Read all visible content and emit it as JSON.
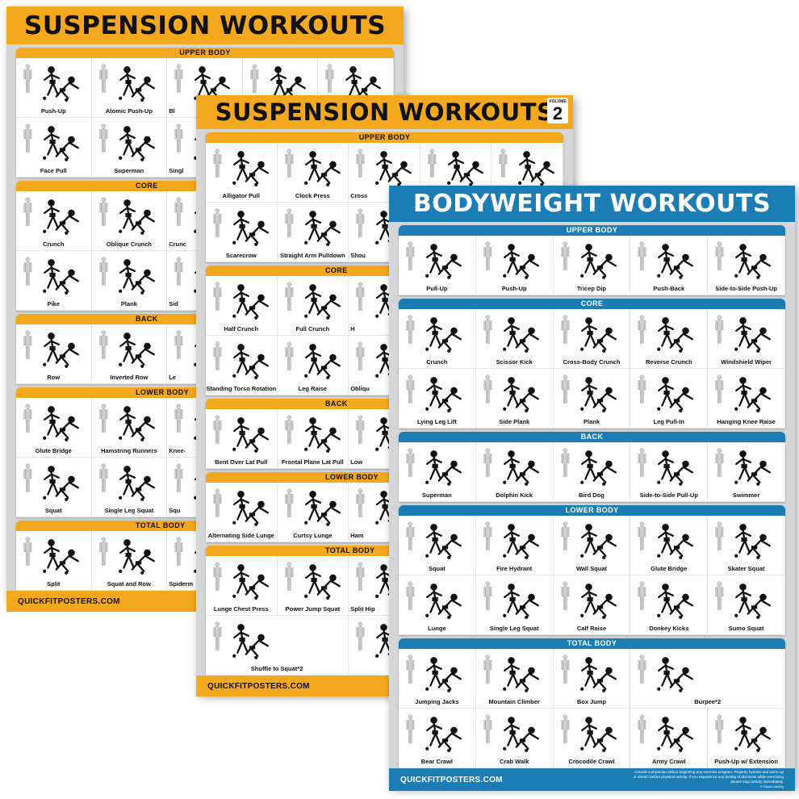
{
  "colors": {
    "suspension_accent": "#f4a81d",
    "bodyweight_accent": "#1b7db4",
    "panel_gray": "#d4d6d8"
  },
  "posters": [
    {
      "id": "suspension-1",
      "title": "SUSPENSION WORKOUTS",
      "theme": "yellow",
      "site": "QUICKFITPOSTERS.COM",
      "sections": [
        {
          "title": "UPPER BODY",
          "rows": [
            [
              "Push-Up",
              "Atomic Push-Up",
              "Bl",
              "",
              ""
            ],
            [
              "Face Pull",
              "Superman",
              "Singl",
              "",
              ""
            ]
          ]
        },
        {
          "title": "CORE",
          "rows": [
            [
              "Crunch",
              "Oblique Crunch",
              "Crunc",
              "",
              ""
            ],
            [
              "Pike",
              "Plank",
              "Sid",
              "",
              ""
            ]
          ]
        },
        {
          "title": "BACK",
          "rows": [
            [
              "Row",
              "Inverted Row",
              "Le",
              "",
              ""
            ]
          ]
        },
        {
          "title": "LOWER BODY",
          "rows": [
            [
              "Glute Bridge",
              "Hamstring Runners",
              "Knee-",
              "",
              ""
            ],
            [
              "Squat",
              "Single Leg Squat",
              "Squ",
              "",
              ""
            ]
          ]
        },
        {
          "title": "TOTAL BODY",
          "rows": [
            [
              "Split",
              "Squat and Row",
              "Spiderm",
              "",
              ""
            ]
          ]
        }
      ]
    },
    {
      "id": "suspension-2",
      "title": "SUSPENSION WORKOUTS",
      "volume_label": "VOLUME",
      "volume": "2",
      "theme": "yellow",
      "site": "QUICKFITPOSTERS.COM",
      "sections": [
        {
          "title": "UPPER BODY",
          "rows": [
            [
              "Alligator Pull",
              "Clock Press",
              "Cross",
              "",
              ""
            ],
            [
              "Scarecrow",
              "Straight Arm Pulldown",
              "Shou",
              "",
              ""
            ]
          ]
        },
        {
          "title": "CORE",
          "rows": [
            [
              "Half Crunch",
              "Full Crunch",
              "H",
              "",
              ""
            ],
            [
              "Standing Torso Rotation",
              "Leg Raise",
              "Obliqu",
              "",
              ""
            ]
          ]
        },
        {
          "title": "BACK",
          "rows": [
            [
              "Bent Over Lat Pull",
              "Frontal Plane Lat Pull",
              "Low",
              "",
              ""
            ]
          ]
        },
        {
          "title": "LOWER BODY",
          "rows": [
            [
              "Alternating Side Lunge",
              "Curtsy Lunge",
              "Ham",
              "",
              ""
            ]
          ]
        },
        {
          "title": "TOTAL BODY",
          "rows": [
            [
              "Lunge Chest Press",
              "Power Jump Squat",
              "Split Hip",
              "",
              ""
            ],
            [
              "Shuffle to Squat*2",
              "",
              ""
            ]
          ]
        }
      ]
    },
    {
      "id": "bodyweight",
      "title": "BODYWEIGHT WORKOUTS",
      "theme": "blue",
      "site": "QUICKFITPOSTERS.COM",
      "disclaimer": "Consult a physician before beginning any exercise program. Properly hydrate and warm up or stretch before physical activity. If you experience any feeling of dizziness while exercising please stop activity immediately.",
      "copyright": "© Palace Learning",
      "sections": [
        {
          "title": "UPPER BODY",
          "rows": [
            [
              "Pull-Up",
              "Push-Up",
              "Tricep Dip",
              "Push-Back",
              "Side-to-Side Push-Up"
            ]
          ]
        },
        {
          "title": "CORE",
          "rows": [
            [
              "Crunch",
              "Scissor Kick",
              "Cross-Body Crunch",
              "Reverse Crunch",
              "Windshield Wiper"
            ],
            [
              "Lying Leg Lift",
              "Side Plank",
              "Plank",
              "Leg Pull-In",
              "Hanging Knee Raise"
            ]
          ]
        },
        {
          "title": "BACK",
          "rows": [
            [
              "Superman",
              "Dolphin Kick",
              "Bird Dog",
              "Side-to-Side Pull-Up",
              "Swimmer"
            ]
          ]
        },
        {
          "title": "LOWER BODY",
          "rows": [
            [
              "Squat",
              "Fire Hydrant",
              "Wall Squat",
              "Glute Bridge",
              "Skater Squat"
            ],
            [
              "Lunge",
              "Single Leg Squat",
              "Calf Raise",
              "Donkey Kicks",
              "Sumo Squat"
            ]
          ]
        },
        {
          "title": "TOTAL BODY",
          "rows": [
            [
              "Jumping Jacks",
              "Mountain Climber",
              "Box Jump",
              "Burpee*2"
            ],
            [
              "Bear Crawl",
              "Crab Walk",
              "Crocodile Crawl",
              "Army Crawl",
              "Push-Up w/ Extension"
            ]
          ]
        }
      ]
    }
  ]
}
